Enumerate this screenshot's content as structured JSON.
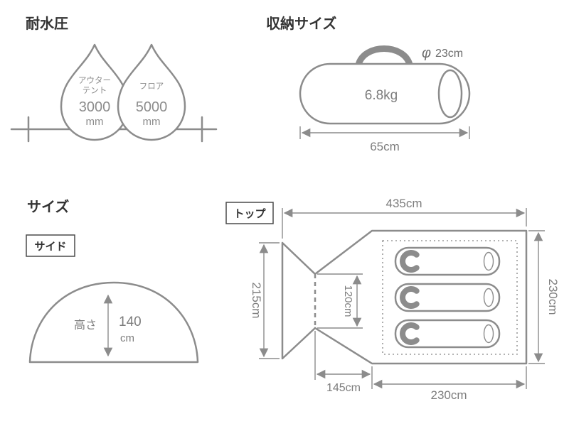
{
  "water": {
    "title": "耐水圧",
    "drop_outer": {
      "label_line1": "アウター",
      "label_line2": "テント",
      "value": "3000",
      "unit": "mm"
    },
    "drop_floor": {
      "label_line1": "フロア",
      "value": "5000",
      "unit": "mm"
    }
  },
  "storage": {
    "title": "収納サイズ",
    "diameter_symbol": "φ",
    "diameter_value": "23cm",
    "weight": "6.8kg",
    "length": "65cm"
  },
  "size": {
    "title": "サイズ",
    "side": {
      "tag": "サイド",
      "height_label": "高さ",
      "height_value": "140",
      "height_unit": "cm"
    },
    "top": {
      "tag": "トップ",
      "width_total": "435cm",
      "depth_left": "215cm",
      "door_width": "120cm",
      "depth_right": "230cm",
      "vestibule_depth": "145cm",
      "inner_width": "230cm"
    }
  }
}
